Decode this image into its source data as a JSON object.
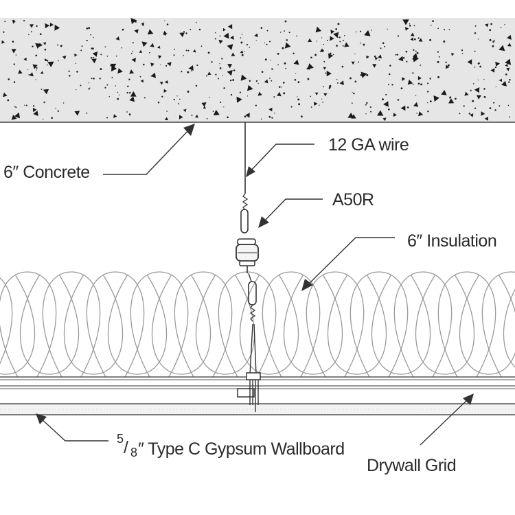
{
  "labels": {
    "wire": "12 GA wire",
    "concrete": "6″ Concrete",
    "hanger": "A50R",
    "insulation": "6″ Insulation",
    "gypsum_numerator": "5",
    "gypsum_slash": "/",
    "gypsum_denominator": "8",
    "gypsum_rest": "″ Type C Gypsum Wallboard",
    "grid": "Drywall Grid"
  },
  "colors": {
    "concrete_fill": "#e6e6e6",
    "line": "#444444",
    "insulation_line": "#9a9a9a",
    "text": "#2b2b2b"
  }
}
